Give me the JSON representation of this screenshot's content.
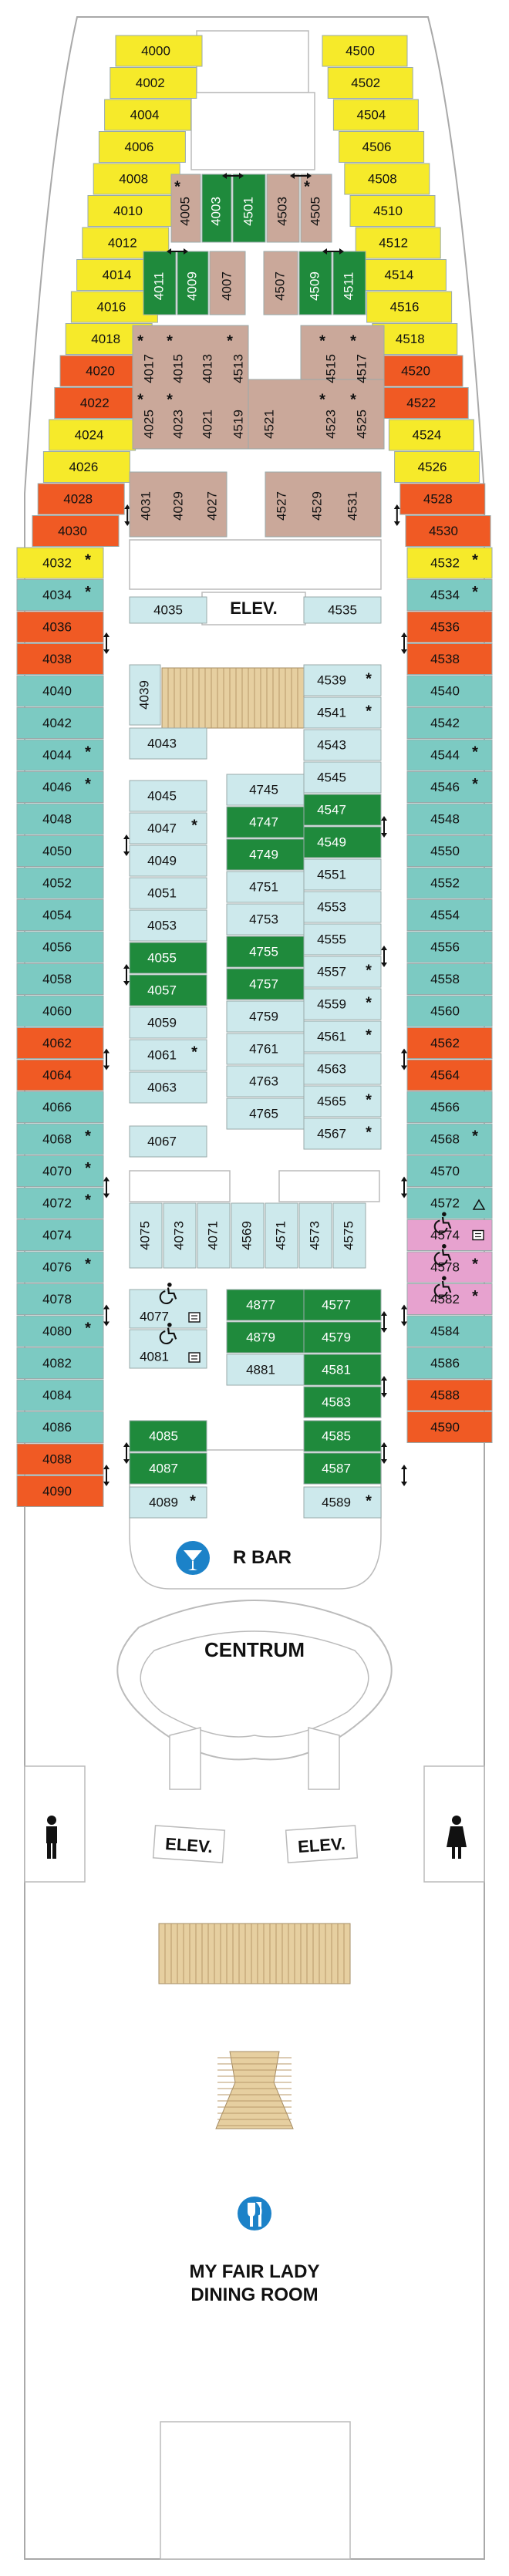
{
  "colors": {
    "yellow": "#f6ea2a",
    "orange": "#f05a24",
    "teal": "#7ccac2",
    "lightblue": "#cde9ec",
    "green": "#1f8a3c",
    "tan": "#caa89a",
    "pink": "#e7a2cf",
    "outline": "#a9a9a9",
    "blue_icon": "#1c82c8",
    "stair": "#e6cfa0"
  },
  "labels": {
    "elev_top": "ELEV.",
    "r_bar": "R BAR",
    "centrum": "CENTRUM",
    "elev_left": "ELEV.",
    "elev_right": "ELEV.",
    "dining_line1": "MY FAIR LADY",
    "dining_line2": "DINING ROOM"
  },
  "icons": {
    "bar": "cocktail-glass-icon",
    "dining": "fork-knife-icon",
    "mens_restroom": "man-icon",
    "womens_restroom": "woman-icon",
    "accessible": "wheelchair-icon",
    "connecting": "double-arrow-icon",
    "hearing": "hearing-kit-icon"
  },
  "cabins": {
    "left_outer": [
      {
        "n": "4000",
        "c": "yellow"
      },
      {
        "n": "4002",
        "c": "yellow"
      },
      {
        "n": "4004",
        "c": "yellow"
      },
      {
        "n": "4006",
        "c": "yellow"
      },
      {
        "n": "4008",
        "c": "yellow"
      },
      {
        "n": "4010",
        "c": "yellow"
      },
      {
        "n": "4012",
        "c": "yellow"
      },
      {
        "n": "4014",
        "c": "yellow"
      },
      {
        "n": "4016",
        "c": "yellow"
      },
      {
        "n": "4018",
        "c": "yellow"
      },
      {
        "n": "4020",
        "c": "orange"
      },
      {
        "n": "4022",
        "c": "orange"
      },
      {
        "n": "4024",
        "c": "yellow"
      },
      {
        "n": "4026",
        "c": "yellow"
      },
      {
        "n": "4028",
        "c": "orange"
      },
      {
        "n": "4030",
        "c": "orange"
      },
      {
        "n": "4032",
        "c": "yellow",
        "s": true
      },
      {
        "n": "4034",
        "c": "teal",
        "s": true
      },
      {
        "n": "4036",
        "c": "orange"
      },
      {
        "n": "4038",
        "c": "orange"
      },
      {
        "n": "4040",
        "c": "teal"
      },
      {
        "n": "4042",
        "c": "teal"
      },
      {
        "n": "4044",
        "c": "teal",
        "s": true
      },
      {
        "n": "4046",
        "c": "teal",
        "s": true
      },
      {
        "n": "4048",
        "c": "teal"
      },
      {
        "n": "4050",
        "c": "teal"
      },
      {
        "n": "4052",
        "c": "teal"
      },
      {
        "n": "4054",
        "c": "teal"
      },
      {
        "n": "4056",
        "c": "teal"
      },
      {
        "n": "4058",
        "c": "teal"
      },
      {
        "n": "4060",
        "c": "teal"
      },
      {
        "n": "4062",
        "c": "orange"
      },
      {
        "n": "4064",
        "c": "orange"
      },
      {
        "n": "4066",
        "c": "teal"
      },
      {
        "n": "4068",
        "c": "teal",
        "s": true
      },
      {
        "n": "4070",
        "c": "teal",
        "s": true
      },
      {
        "n": "4072",
        "c": "teal",
        "s": true
      },
      {
        "n": "4074",
        "c": "teal"
      },
      {
        "n": "4076",
        "c": "teal",
        "s": true
      },
      {
        "n": "4078",
        "c": "teal"
      },
      {
        "n": "4080",
        "c": "teal",
        "s": true
      },
      {
        "n": "4082",
        "c": "teal"
      },
      {
        "n": "4084",
        "c": "teal"
      },
      {
        "n": "4086",
        "c": "teal"
      },
      {
        "n": "4088",
        "c": "orange"
      },
      {
        "n": "4090",
        "c": "orange"
      }
    ],
    "right_outer": [
      {
        "n": "4500",
        "c": "yellow"
      },
      {
        "n": "4502",
        "c": "yellow"
      },
      {
        "n": "4504",
        "c": "yellow"
      },
      {
        "n": "4506",
        "c": "yellow"
      },
      {
        "n": "4508",
        "c": "yellow"
      },
      {
        "n": "4510",
        "c": "yellow"
      },
      {
        "n": "4512",
        "c": "yellow"
      },
      {
        "n": "4514",
        "c": "yellow"
      },
      {
        "n": "4516",
        "c": "yellow"
      },
      {
        "n": "4518",
        "c": "yellow"
      },
      {
        "n": "4520",
        "c": "orange"
      },
      {
        "n": "4522",
        "c": "orange"
      },
      {
        "n": "4524",
        "c": "yellow"
      },
      {
        "n": "4526",
        "c": "yellow"
      },
      {
        "n": "4528",
        "c": "orange"
      },
      {
        "n": "4530",
        "c": "orange"
      },
      {
        "n": "4532",
        "c": "yellow",
        "s": true
      },
      {
        "n": "4534",
        "c": "teal",
        "s": true
      },
      {
        "n": "4536",
        "c": "orange"
      },
      {
        "n": "4538",
        "c": "orange"
      },
      {
        "n": "4540",
        "c": "teal"
      },
      {
        "n": "4542",
        "c": "teal"
      },
      {
        "n": "4544",
        "c": "teal",
        "s": true
      },
      {
        "n": "4546",
        "c": "teal",
        "s": true
      },
      {
        "n": "4548",
        "c": "teal"
      },
      {
        "n": "4550",
        "c": "teal"
      },
      {
        "n": "4552",
        "c": "teal"
      },
      {
        "n": "4554",
        "c": "teal"
      },
      {
        "n": "4556",
        "c": "teal"
      },
      {
        "n": "4558",
        "c": "teal"
      },
      {
        "n": "4560",
        "c": "teal"
      },
      {
        "n": "4562",
        "c": "orange"
      },
      {
        "n": "4564",
        "c": "orange"
      },
      {
        "n": "4566",
        "c": "teal"
      },
      {
        "n": "4568",
        "c": "teal",
        "s": true
      },
      {
        "n": "4570",
        "c": "teal"
      },
      {
        "n": "4572",
        "c": "teal",
        "tri": true
      },
      {
        "n": "4574",
        "c": "pink",
        "acc": true
      },
      {
        "n": "4578",
        "c": "pink",
        "acc": true,
        "s": true
      },
      {
        "n": "4582",
        "c": "pink",
        "acc": true,
        "s": true
      },
      {
        "n": "4584",
        "c": "teal"
      },
      {
        "n": "4586",
        "c": "teal"
      },
      {
        "n": "4588",
        "c": "orange"
      },
      {
        "n": "4590",
        "c": "orange"
      }
    ],
    "fwd_tan_greens": [
      {
        "n": "4005",
        "c": "tan",
        "s": true
      },
      {
        "n": "4003",
        "c": "green"
      },
      {
        "n": "4501",
        "c": "green"
      },
      {
        "n": "4503",
        "c": "tan"
      },
      {
        "n": "4505",
        "c": "tan",
        "s": true
      },
      {
        "n": "4011",
        "c": "green"
      },
      {
        "n": "4009",
        "c": "green"
      },
      {
        "n": "4007",
        "c": "tan"
      },
      {
        "n": "4507",
        "c": "tan"
      },
      {
        "n": "4509",
        "c": "green"
      },
      {
        "n": "4511",
        "c": "green"
      }
    ],
    "fwd_tan_block": [
      {
        "n": "4017",
        "s": true
      },
      {
        "n": "4015",
        "s": true
      },
      {
        "n": "4013"
      },
      {
        "n": "4513",
        "s": true
      },
      {
        "n": "4515",
        "s": true
      },
      {
        "n": "4517",
        "s": true
      },
      {
        "n": "4025",
        "s": true
      },
      {
        "n": "4023",
        "s": true
      },
      {
        "n": "4021"
      },
      {
        "n": "4519"
      },
      {
        "n": "4521"
      },
      {
        "n": "4523",
        "s": true
      },
      {
        "n": "4525",
        "s": true
      }
    ],
    "mid_tan": [
      "4031",
      "4029",
      "4027",
      "4527",
      "4529",
      "4531"
    ],
    "top_mid": [
      "4035",
      "4535"
    ],
    "center_left": [
      {
        "n": "4039"
      },
      {
        "n": "4043"
      },
      {
        "n": "4045"
      },
      {
        "n": "4047",
        "s": true
      },
      {
        "n": "4049"
      },
      {
        "n": "4051"
      },
      {
        "n": "4053"
      },
      {
        "n": "4055",
        "c": "green"
      },
      {
        "n": "4057",
        "c": "green"
      },
      {
        "n": "4059"
      },
      {
        "n": "4061",
        "s": true
      },
      {
        "n": "4063"
      },
      {
        "n": "4067"
      }
    ],
    "center_mid": [
      {
        "n": "4745"
      },
      {
        "n": "4747",
        "c": "green"
      },
      {
        "n": "4749",
        "c": "green"
      },
      {
        "n": "4751"
      },
      {
        "n": "4753"
      },
      {
        "n": "4755",
        "c": "green"
      },
      {
        "n": "4757",
        "c": "green"
      },
      {
        "n": "4759"
      },
      {
        "n": "4761"
      },
      {
        "n": "4763"
      },
      {
        "n": "4765"
      }
    ],
    "center_right": [
      {
        "n": "4539",
        "s": true
      },
      {
        "n": "4541",
        "s": true
      },
      {
        "n": "4543"
      },
      {
        "n": "4545"
      },
      {
        "n": "4547",
        "c": "green"
      },
      {
        "n": "4549",
        "c": "green"
      },
      {
        "n": "4551"
      },
      {
        "n": "4553"
      },
      {
        "n": "4555"
      },
      {
        "n": "4557",
        "s": true
      },
      {
        "n": "4559",
        "s": true
      },
      {
        "n": "4561",
        "s": true
      },
      {
        "n": "4563"
      },
      {
        "n": "4565",
        "s": true
      },
      {
        "n": "4567",
        "s": true
      }
    ],
    "cross_row": [
      "4075",
      "4073",
      "4071",
      "4569",
      "4571",
      "4573",
      "4575"
    ],
    "aft_inner_left": [
      {
        "n": "4077",
        "acc": true
      },
      {
        "n": "4081",
        "acc": true
      },
      {
        "n": "4085",
        "c": "green"
      },
      {
        "n": "4087",
        "c": "green"
      },
      {
        "n": "4089",
        "s": true
      }
    ],
    "aft_inner_mid": [
      {
        "n": "4877",
        "c": "green"
      },
      {
        "n": "4879",
        "c": "green"
      },
      {
        "n": "4881"
      }
    ],
    "aft_inner_right": [
      {
        "n": "4577",
        "c": "green"
      },
      {
        "n": "4579",
        "c": "green"
      },
      {
        "n": "4581",
        "c": "green"
      },
      {
        "n": "4583",
        "c": "green"
      },
      {
        "n": "4585",
        "c": "green"
      },
      {
        "n": "4587",
        "c": "green"
      },
      {
        "n": "4589",
        "s": true
      }
    ]
  }
}
